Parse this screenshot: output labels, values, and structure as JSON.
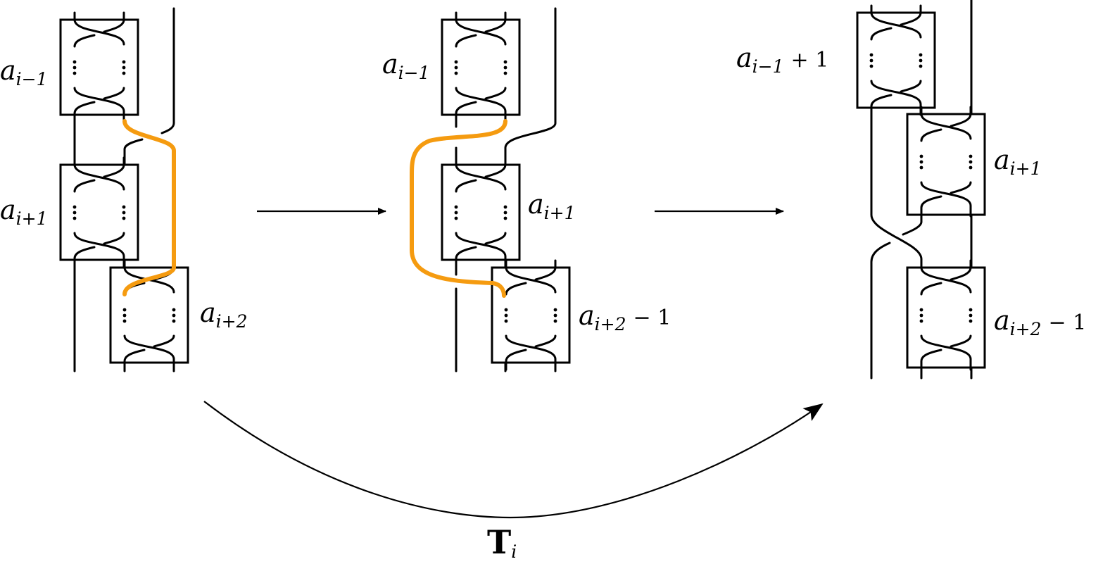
{
  "colors": {
    "ink": "#000000",
    "highlight": "#f59b10",
    "background": "#ffffff"
  },
  "panel_left": {
    "box_top": {
      "sym": "a",
      "sub": "i−1",
      "suffix": ""
    },
    "box_mid": {
      "sym": "a",
      "sub": "i+1",
      "suffix": ""
    },
    "box_bot": {
      "sym": "a",
      "sub": "i+2",
      "suffix": ""
    }
  },
  "panel_middle": {
    "box_top": {
      "sym": "a",
      "sub": "i−1",
      "suffix": ""
    },
    "box_mid": {
      "sym": "a",
      "sub": "i+1",
      "suffix": ""
    },
    "box_bot": {
      "sym": "a",
      "sub": "i+2",
      "suffix": "− 1"
    }
  },
  "panel_right": {
    "box_top": {
      "sym": "a",
      "sub": "i−1",
      "suffix": "+ 1"
    },
    "box_mid": {
      "sym": "a",
      "sub": "i+1",
      "suffix": ""
    },
    "box_bot": {
      "sym": "a",
      "sub": "i+2",
      "suffix": "− 1"
    }
  },
  "transform_label": {
    "symbol": "T",
    "sub": "i"
  },
  "arrows": [
    "left-to-middle-arrow",
    "middle-to-right-arrow",
    "curved-transform-arrow"
  ]
}
